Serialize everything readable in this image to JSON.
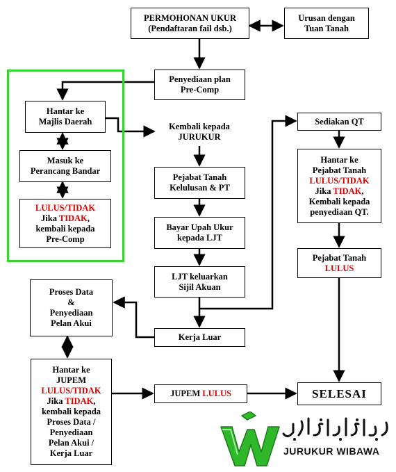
{
  "flowchart": {
    "permohonan": {
      "line1": "PERMOHONAN UKUR",
      "line2": "(Pendaftaran fail dsb.)"
    },
    "urusan": {
      "line1": "Urusan dengan",
      "line2": "Tuan Tanah"
    },
    "penyediaan_plan": {
      "line1": "Penyediaan plan",
      "line2": "Pre-Comp"
    },
    "hantar_majlis": {
      "line1": "Hantar ke",
      "line2": "Majlis Daerah"
    },
    "kembali_jurukur": {
      "line1": "Kembali kepada",
      "line2": "JURUKUR"
    },
    "masuk_perancang": {
      "line1": "Masuk ke",
      "line2": "Perancang Bandar"
    },
    "lulus_tidak_precomp": {
      "lulus_tidak": "LULUS/TIDAK",
      "jika": "Jika ",
      "tidak": "TIDAK",
      "comma": ",",
      "line3": "kembali kepada",
      "line4": "Pre-Comp"
    },
    "pejabat_tanah_kelulusan": {
      "line1": "Pejabat Tanah",
      "line2": "Kelulusan & PT"
    },
    "bayar_upah": {
      "line1": "Bayar Upah Ukur",
      "line2": "kepada LJT"
    },
    "ljt_sijil": {
      "line1": "LJT keluarkan",
      "line2": "Sijil Akuan"
    },
    "proses_data": {
      "line1": "Proses Data",
      "line2": "&",
      "line3": "Penyediaan",
      "line4": "Pelan Akui"
    },
    "kerja_luar": {
      "label": "Kerja Luar"
    },
    "sediakan_qt": {
      "label": "Sediakan QT"
    },
    "hantar_pejabat_tanah": {
      "line1": "Hantar ke",
      "line2": "Pejabat Tanah",
      "lulus_tidak": "LULUS/TIDAK",
      "jika": "Jika ",
      "tidak": "TIDAK",
      "comma": ",",
      "line5": "Kembali kepada",
      "line6": "penyediaan QT."
    },
    "pejabat_tanah_lulus": {
      "line1": "Pejabat Tanah",
      "lulus": "LULUS"
    },
    "hantar_jupem": {
      "line1": "Hantar ke",
      "line2": "JUPEM",
      "lulus_tidak": "LULUS/TIDAK",
      "jika": "Jika ",
      "tidak": "TIDAK",
      "comma": ",",
      "line5": "kembali kepada",
      "line6": "Proses Data /",
      "line7": "Penyediaan",
      "line8": "Pelan Akui /",
      "line9": "Kerja Luar"
    },
    "jupem_lulus": {
      "jupem": "JUPEM ",
      "lulus": "LULUS"
    },
    "selesai": {
      "label": "SELESAI"
    }
  },
  "logo": {
    "wordmark": "JURUKUR WIBAWA",
    "script_text": "جوروكور ويباوا",
    "colors": {
      "mark_green": "#2fb82a",
      "highlight_green": "#35d42f",
      "emphasis_red": "#e00000"
    }
  }
}
